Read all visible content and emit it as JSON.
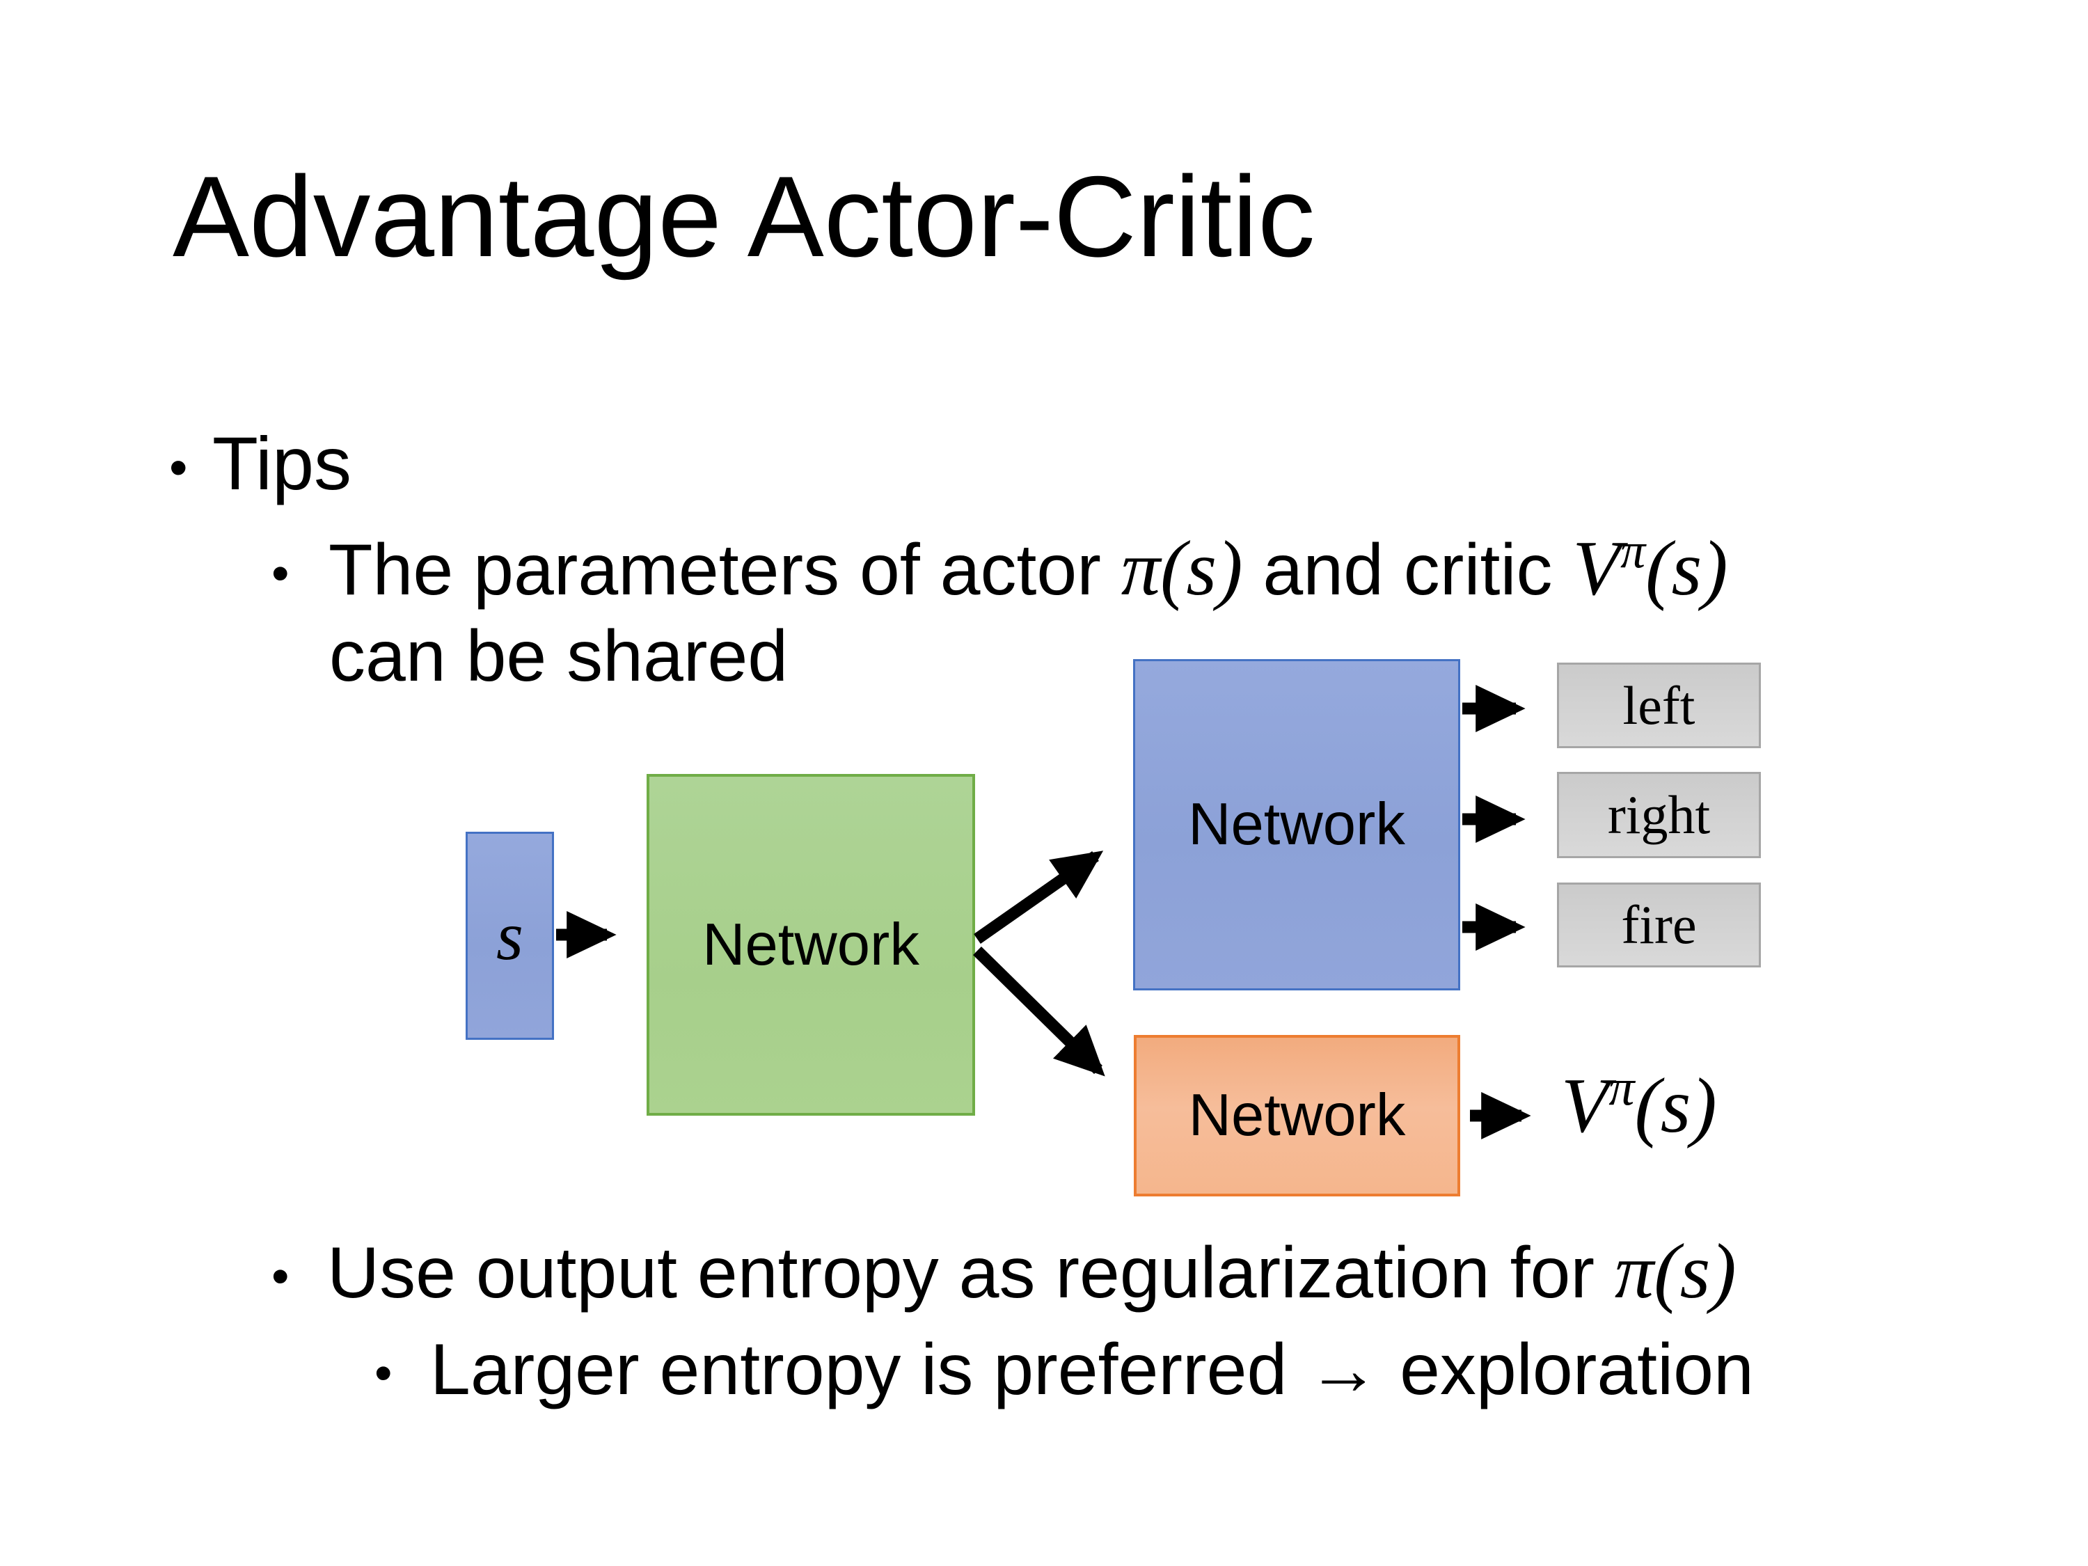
{
  "title": "Advantage Actor-Critic",
  "bullet_char": "•",
  "tips": {
    "label": "Tips"
  },
  "param_bullet": {
    "pre": "The parameters of actor ",
    "actor_math": "π(s)",
    "mid": " and critic ",
    "critic_v": "V",
    "critic_sup": "π",
    "critic_tail": "(s)",
    "line2": "can be shared"
  },
  "entropy_bullet": {
    "pre": "Use output entropy as regularization for ",
    "math": "π(s)"
  },
  "exploration_bullet": {
    "label": "Larger entropy is preferred → exploration"
  },
  "diagram": {
    "state_label": "s",
    "shared_network_label": "Network",
    "actor_network_label": "Network",
    "critic_network_label": "Network",
    "actions": [
      "left",
      "right",
      "fire"
    ],
    "value_v": "V",
    "value_sup": "π",
    "value_tail": "(s)"
  },
  "colors": {
    "state_actor_fill": "#8faadc",
    "state_actor_border": "#4472c4",
    "shared_fill": "#a9d18e",
    "shared_border": "#70ad47",
    "critic_fill": "#f4b183",
    "critic_border": "#ed7d31",
    "action_fill": "#d2d2d2",
    "action_border": "#a6a6a6",
    "text": "#000000",
    "arrow": "#000000"
  }
}
